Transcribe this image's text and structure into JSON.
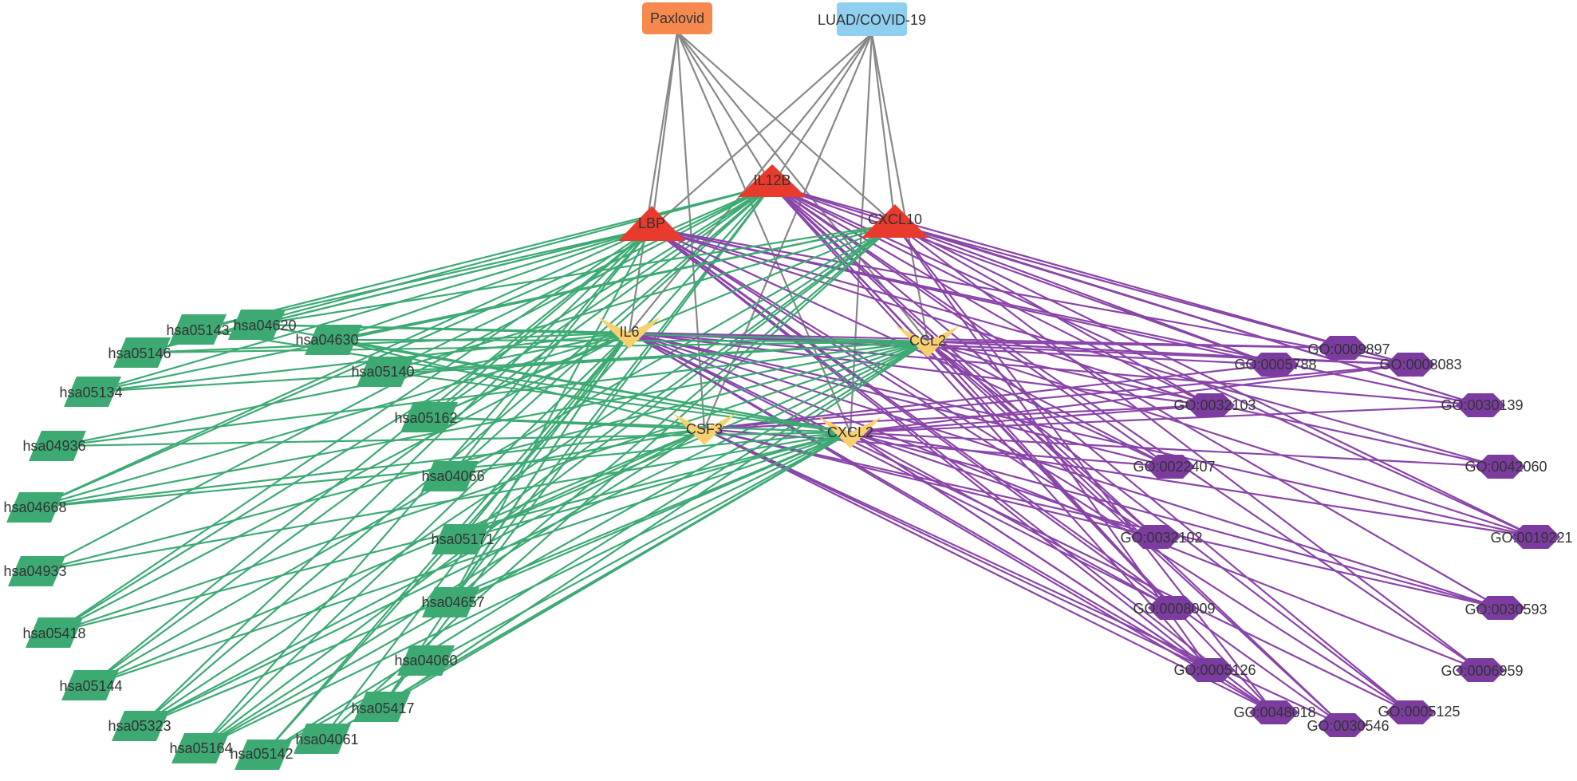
{
  "colors": {
    "drug": "#f7894f",
    "disease": "#8fd0f1",
    "hub": "#e83a2d",
    "target": "#f8d16e",
    "pathway": "#3daa73",
    "go_term": "#7c3c9f",
    "edge_top": "#888888",
    "edge_pathway": "#3daa73",
    "edge_go": "#8a45a9"
  },
  "nodes": {
    "drug": "Paxlovid",
    "disease": "LUAD/COVID-19",
    "hubs": [
      "IL12B",
      "LBP",
      "CXCL10"
    ],
    "targets": [
      "IL6",
      "CCL2",
      "CSF3",
      "CXCL2"
    ],
    "pathways": [
      "hsa05143",
      "hsa04620",
      "hsa05146",
      "hsa04630",
      "hsa05140",
      "hsa05134",
      "hsa05162",
      "hsa04936",
      "hsa04066",
      "hsa04668",
      "hsa05171",
      "hsa04933",
      "hsa04657",
      "hsa05418",
      "hsa04060",
      "hsa05144",
      "hsa05417",
      "hsa05323",
      "hsa04061",
      "hsa05164",
      "hsa05142"
    ],
    "go_terms": [
      "GO:0009897",
      "GO:0005788",
      "GO:0008083",
      "GO:0032103",
      "GO:0030139",
      "GO:0022407",
      "GO:0042060",
      "GO:0032102",
      "GO:0019221",
      "GO:0008009",
      "GO:0030593",
      "GO:0005126",
      "GO:0006959",
      "GO:0048018",
      "GO:0030546",
      "GO:0005125"
    ]
  }
}
